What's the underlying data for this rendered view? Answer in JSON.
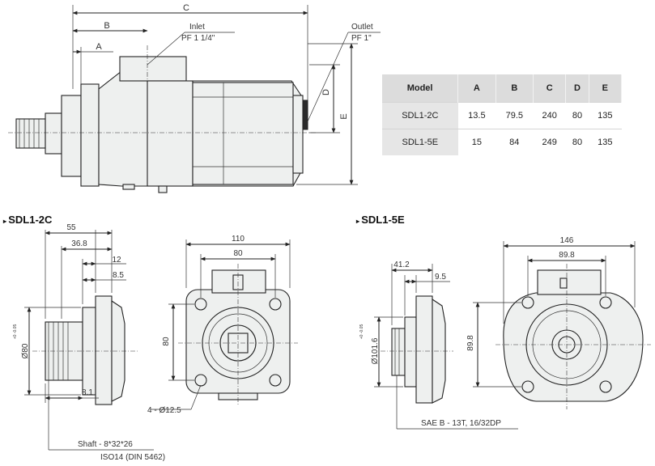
{
  "top_view": {
    "dim_C": "C",
    "dim_B": "B",
    "dim_A": "A",
    "dim_D": "D",
    "dim_E": "E",
    "inlet_label": "Inlet",
    "inlet_thread": "PF 1 1/4\"",
    "outlet_label": "Outlet",
    "outlet_thread": "PF 1\""
  },
  "spec_table": {
    "headers": [
      "Model",
      "A",
      "B",
      "C",
      "D",
      "E"
    ],
    "rows": [
      [
        "SDL1-2C",
        "13.5",
        "79.5",
        "240",
        "80",
        "135"
      ],
      [
        "SDL1-5E",
        "15",
        "84",
        "249",
        "80",
        "135"
      ]
    ]
  },
  "sdl1_2c": {
    "title": "SDL1-2C",
    "dim_55": "55",
    "dim_36_8": "36.8",
    "dim_12": "12",
    "dim_8_5": "8.5",
    "dim_8_1": "8.1",
    "dim_dia80": "Ø80",
    "dim_dia80_tol": "+0 -0.05",
    "dim_110": "110",
    "dim_80_top": "80",
    "dim_80_side": "80",
    "dim_12_5_holes": "4 - Ø12.5",
    "shaft_line1": "Shaft -  8*32*26",
    "shaft_line2": "ISO14 (DIN 5462)"
  },
  "sdl1_5e": {
    "title": "SDL1-5E",
    "dim_41_2": "41.2",
    "dim_9_5": "9.5",
    "dim_dia101": "Ø101.6",
    "dim_dia101_tol": "+0 -0.05",
    "dim_146": "146",
    "dim_89_8_top": "89.8",
    "dim_89_8_side": "89.8",
    "shaft_spec": "SAE B - 13T, 16/32DP"
  }
}
